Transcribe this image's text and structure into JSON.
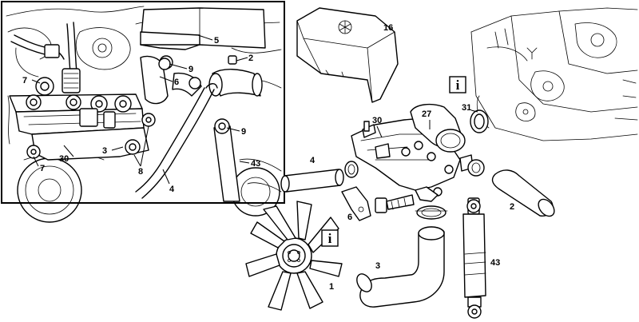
{
  "inset": {
    "callouts": [
      {
        "id": "inset-5",
        "text": "5"
      },
      {
        "id": "inset-2",
        "text": "2"
      },
      {
        "id": "inset-9a",
        "text": "9"
      },
      {
        "id": "inset-6",
        "text": "6"
      },
      {
        "id": "inset-7a",
        "text": "7"
      },
      {
        "id": "inset-9b",
        "text": "9"
      },
      {
        "id": "inset-43",
        "text": "43"
      },
      {
        "id": "inset-3",
        "text": "3"
      },
      {
        "id": "inset-30",
        "text": "30"
      },
      {
        "id": "inset-7b",
        "text": "7"
      },
      {
        "id": "inset-8",
        "text": "8"
      },
      {
        "id": "inset-4",
        "text": "4"
      }
    ]
  },
  "exploded": {
    "callouts": [
      {
        "id": "part-16",
        "text": "16"
      },
      {
        "id": "part-31",
        "text": "31"
      },
      {
        "id": "part-27",
        "text": "27"
      },
      {
        "id": "part-30",
        "text": "30"
      },
      {
        "id": "part-4",
        "text": "4"
      },
      {
        "id": "part-2",
        "text": "2"
      },
      {
        "id": "part-6",
        "text": "6"
      },
      {
        "id": "part-3",
        "text": "3"
      },
      {
        "id": "part-43",
        "text": "43"
      },
      {
        "id": "part-1",
        "text": "1"
      }
    ],
    "info_icons": [
      {
        "id": "info-1",
        "text": "i"
      },
      {
        "id": "info-2",
        "text": "i"
      }
    ]
  }
}
